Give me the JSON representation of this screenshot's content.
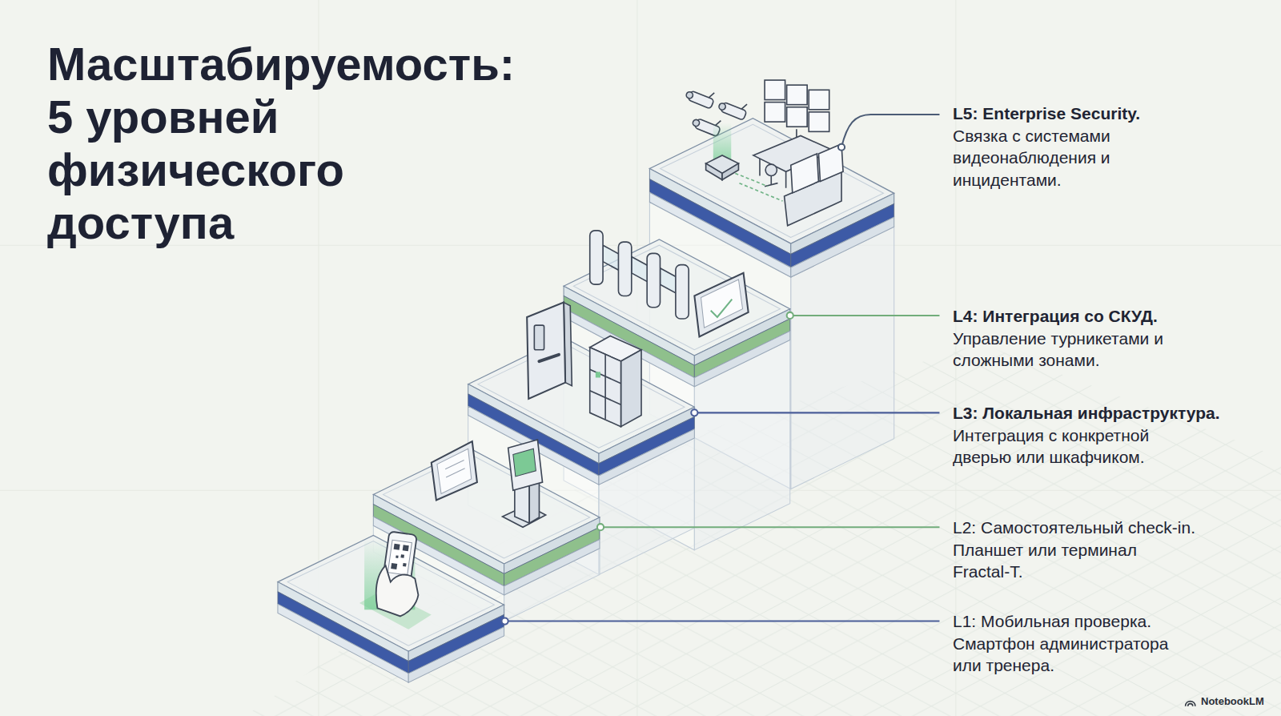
{
  "diagram": {
    "title": "Масштабируемость: 5 уровней физического доступа",
    "labels": [
      "L5: Enterprise Security.",
      "Связка с системами видеонаблюдения и инцидентами.",
      "L4: Интеграция со СКУД.",
      "Управление турникетами и сложными зонами.",
      "L3: Локальная инфраструктура.",
      "Интеграция с конкретной дверью или шкафчиком.",
      "L2: Самостоятельный check-in.",
      "Планшет или терминал Fractal-T.",
      "L1: Мобильная проверка.",
      "Смартфон администратора или тренера.",
      "NotebookLM"
    ]
  }
}
